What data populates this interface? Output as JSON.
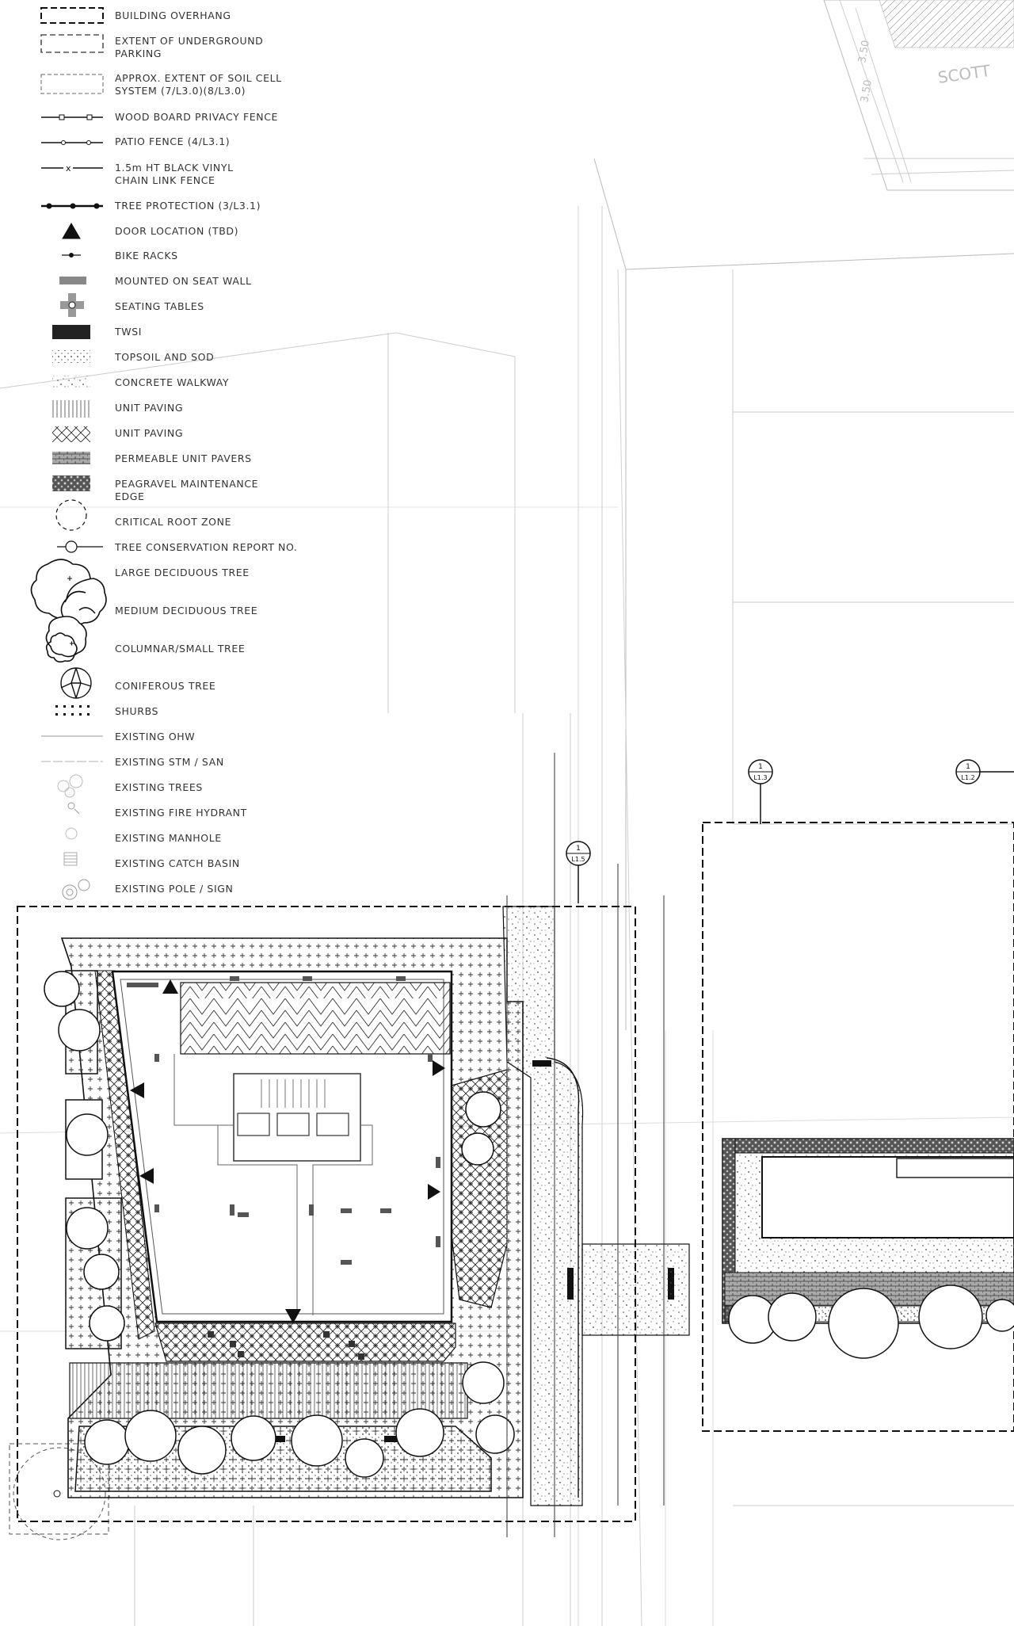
{
  "legend": [
    {
      "id": "building-overhang",
      "label": "BUILDING OVERHANG",
      "symbol": "dashed-rect-heavy"
    },
    {
      "id": "underground-parking",
      "label": "EXTENT OF UNDERGROUND\nPARKING",
      "symbol": "dashed-rect-medium"
    },
    {
      "id": "soil-cell",
      "label": "APPROX. EXTENT OF SOIL CELL\nSYSTEM (7/L3.0)(8/L3.0)",
      "symbol": "dashed-rect-light"
    },
    {
      "id": "wood-fence",
      "label": "WOOD BOARD PRIVACY FENCE",
      "symbol": "line-squares"
    },
    {
      "id": "patio-fence",
      "label": "PATIO FENCE (4/L3.1)",
      "symbol": "line-dots"
    },
    {
      "id": "chain-link",
      "label": "1.5m HT BLACK VINYL\nCHAIN LINK FENCE",
      "symbol": "line-x"
    },
    {
      "id": "tree-protection",
      "label": "TREE PROTECTION (3/L3.1)",
      "symbol": "line-heavy-dots"
    },
    {
      "id": "door-location",
      "label": "DOOR LOCATION (TBD)",
      "symbol": "triangle"
    },
    {
      "id": "bike-racks",
      "label": "BIKE RACKS",
      "symbol": "bike"
    },
    {
      "id": "seat-wall",
      "label": "MOUNTED ON SEAT WALL",
      "symbol": "grey-bar"
    },
    {
      "id": "seating-tables",
      "label": "SEATING TABLES",
      "symbol": "table"
    },
    {
      "id": "twsi",
      "label": "TWSI",
      "symbol": "black-bar"
    },
    {
      "id": "topsoil-sod",
      "label": "TOPSOIL AND SOD",
      "symbol": "dots"
    },
    {
      "id": "concrete-walkway",
      "label": "CONCRETE WALKWAY",
      "symbol": "speckle"
    },
    {
      "id": "unit-paving-1",
      "label": "UNIT PAVING",
      "symbol": "vertical-hatch"
    },
    {
      "id": "unit-paving-2",
      "label": "UNIT PAVING",
      "symbol": "cross-hatch"
    },
    {
      "id": "permeable-pavers",
      "label": "PERMEABLE UNIT PAVERS",
      "symbol": "brick"
    },
    {
      "id": "peagravel",
      "label": "PEAGRAVEL MAINTENANCE\nEDGE",
      "symbol": "gravel"
    },
    {
      "id": "critical-root-zone",
      "label": "CRITICAL ROOT ZONE",
      "symbol": "dashed-circle"
    },
    {
      "id": "tree-report",
      "label": "TREE CONSERVATION REPORT NO.",
      "symbol": "circle-line"
    },
    {
      "id": "large-tree",
      "label": "LARGE DECIDUOUS TREE",
      "symbol": "large-tree"
    },
    {
      "id": "medium-tree",
      "label": "MEDIUM DECIDUOUS  TREE",
      "symbol": "medium-tree"
    },
    {
      "id": "small-tree",
      "label": "COLUMNAR/SMALL TREE",
      "symbol": "small-tree"
    },
    {
      "id": "coniferous",
      "label": "CONIFEROUS TREE",
      "symbol": "conifer"
    },
    {
      "id": "shrubs",
      "label": "SHURBS",
      "symbol": "shrub-dots"
    },
    {
      "id": "existing-ohw",
      "label": "EXISTING OHW",
      "symbol": "faint-line"
    },
    {
      "id": "existing-stm",
      "label": "EXISTING STM / SAN",
      "symbol": "faint-line-2"
    },
    {
      "id": "existing-trees",
      "label": "EXISTING TREES",
      "symbol": "faint-trees"
    },
    {
      "id": "fire-hydrant",
      "label": "EXISTING FIRE HYDRANT",
      "symbol": "hydrant"
    },
    {
      "id": "manhole",
      "label": "EXISTING MANHOLE",
      "symbol": "manhole"
    },
    {
      "id": "catch-basin",
      "label": "EXISTING CATCH BASIN",
      "symbol": "catch-basin"
    },
    {
      "id": "pole-sign",
      "label": "EXISTING POLE / SIGN",
      "symbol": "pole"
    }
  ],
  "callouts": [
    {
      "id": "L1.3",
      "top": "1",
      "bottom": "L1.3"
    },
    {
      "id": "L1.2",
      "top": "1",
      "bottom": "L1.2"
    },
    {
      "id": "L1.5",
      "top": "1",
      "bottom": "L1.5"
    }
  ],
  "site_text": {
    "street_dims": [
      "3.50",
      "3.50"
    ],
    "street_name": "SCOTT"
  }
}
